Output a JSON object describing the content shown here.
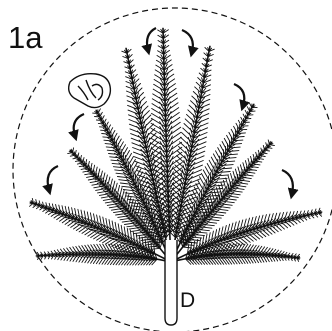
{
  "step_label": "1a",
  "stem_label": "D",
  "colors": {
    "ink": "#111111",
    "background": "#ffffff"
  },
  "icons": {
    "hand": "hand-fluffing-icon",
    "arrows": "curved-arrow-icon",
    "outline": "dashed-circle-outline"
  }
}
